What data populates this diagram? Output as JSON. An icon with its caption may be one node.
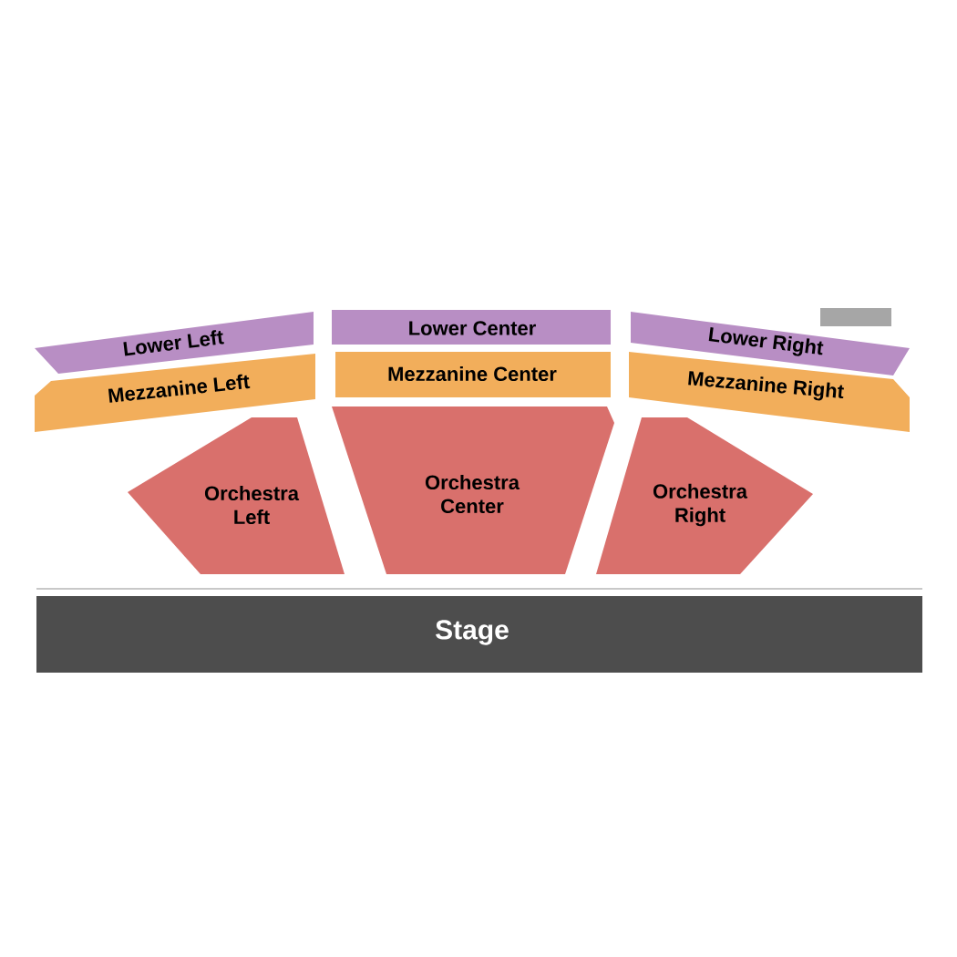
{
  "diagram": {
    "nodes": [
      {
        "text": [
          "Lower Left"
        ]
      },
      {
        "text": [
          "Lower Center"
        ]
      },
      {
        "text": [
          "Lower Right"
        ]
      },
      {
        "text": [
          "Mezzanine Left"
        ]
      },
      {
        "text": [
          "Mezzanine Center"
        ]
      },
      {
        "text": [
          "Mezzanine Right"
        ]
      },
      {
        "text": [
          "Orchestra Left"
        ]
      },
      {
        "text": [
          "Orchestra Center"
        ]
      },
      {
        "text": [
          "Orchestra Right"
        ]
      },
      {
        "text": [
          "Stage"
        ]
      },
      {
        "text": [],
        "shape": "box"
      }
    ]
  }
}
